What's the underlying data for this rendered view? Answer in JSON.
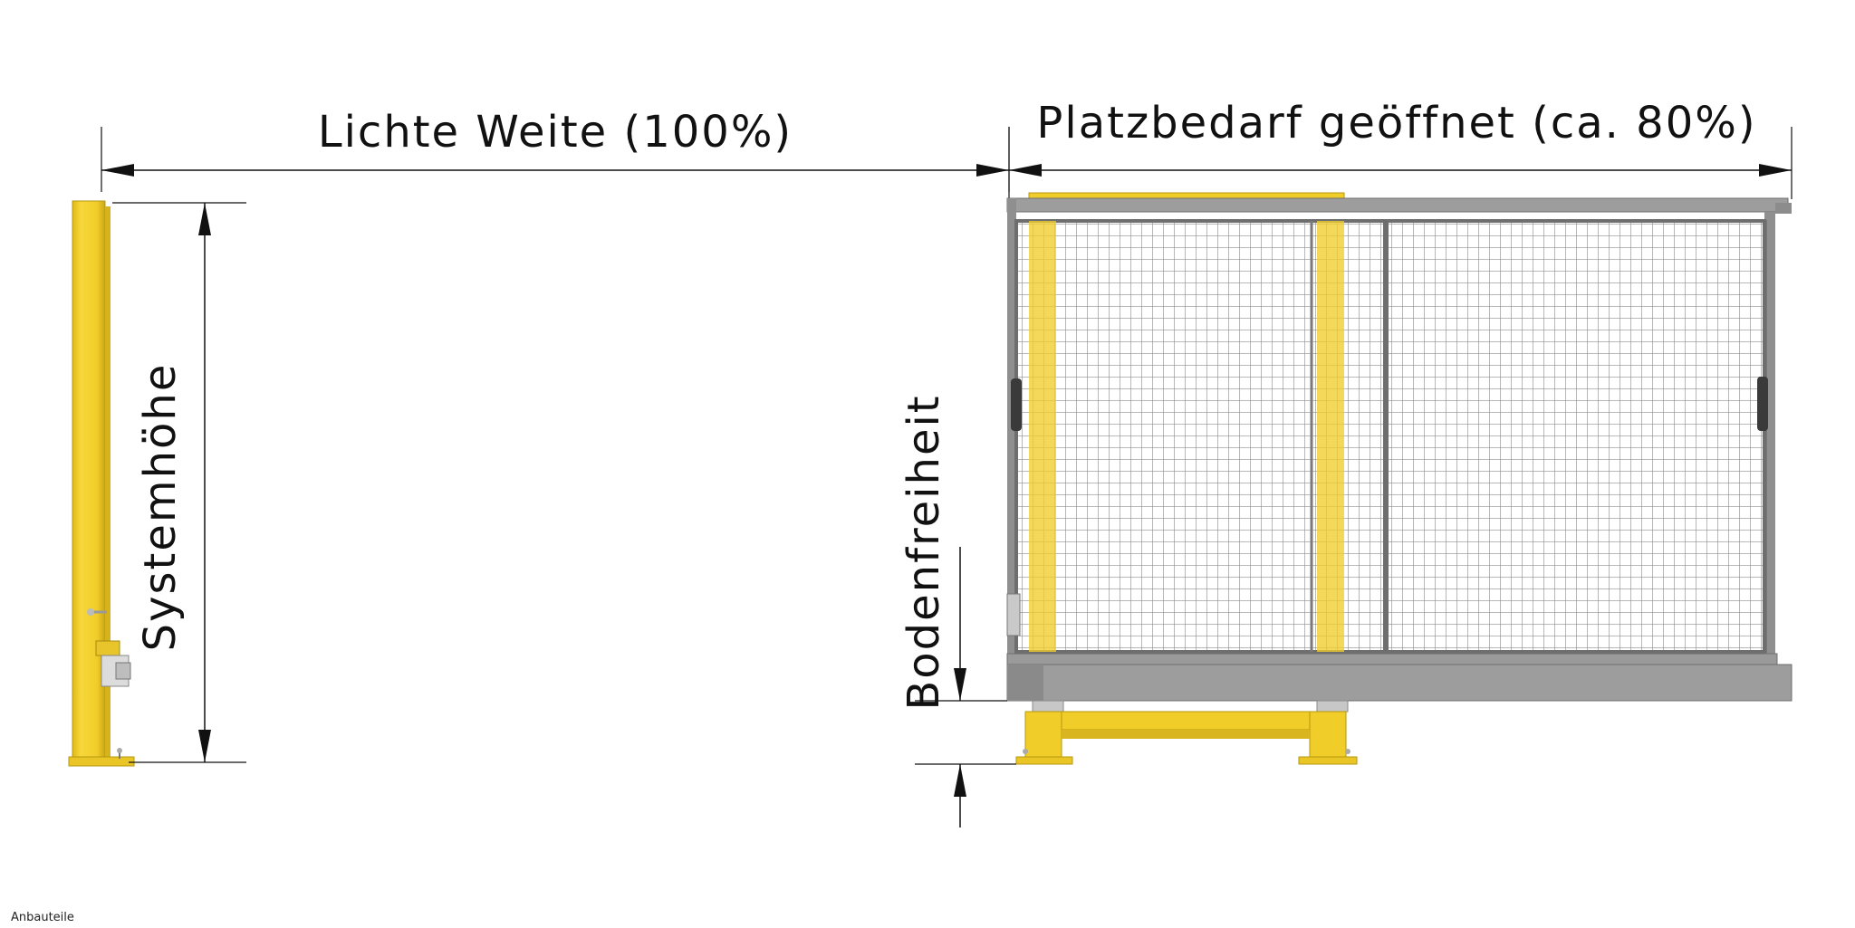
{
  "dimensions": {
    "clear_width": "Lichte Weite (100%)",
    "space_open": "Platzbedarf geöffnet (ca. 80%)",
    "system_height": "Systemhöhe",
    "ground_clearance": "Bodenfreiheit"
  },
  "footer": {
    "label": "Anbauteile"
  },
  "colors": {
    "post_yellow": "#f1cd2a",
    "post_shade": "#c9a816",
    "gate_grey": "#9a9a9a",
    "mesh_grey": "#6e6e6e",
    "dimension_line": "#111111"
  }
}
